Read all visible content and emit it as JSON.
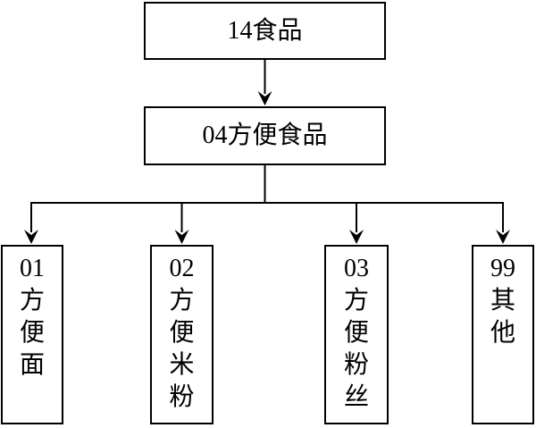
{
  "diagram": {
    "description_type": "classification-flowchart",
    "nodes": {
      "root": {
        "label": "14食品"
      },
      "level2": {
        "label": "04方便食品"
      },
      "children": [
        {
          "label": "01\n方\n便\n面"
        },
        {
          "label": "02\n方\n便\n米\n粉"
        },
        {
          "label": "03\n方\n便\n粉\n丝"
        },
        {
          "label": "99\n其\n他"
        }
      ]
    },
    "colors": {
      "line": "#000000",
      "box_border": "#000000",
      "background": "#ffffff",
      "text": "#000000"
    }
  }
}
